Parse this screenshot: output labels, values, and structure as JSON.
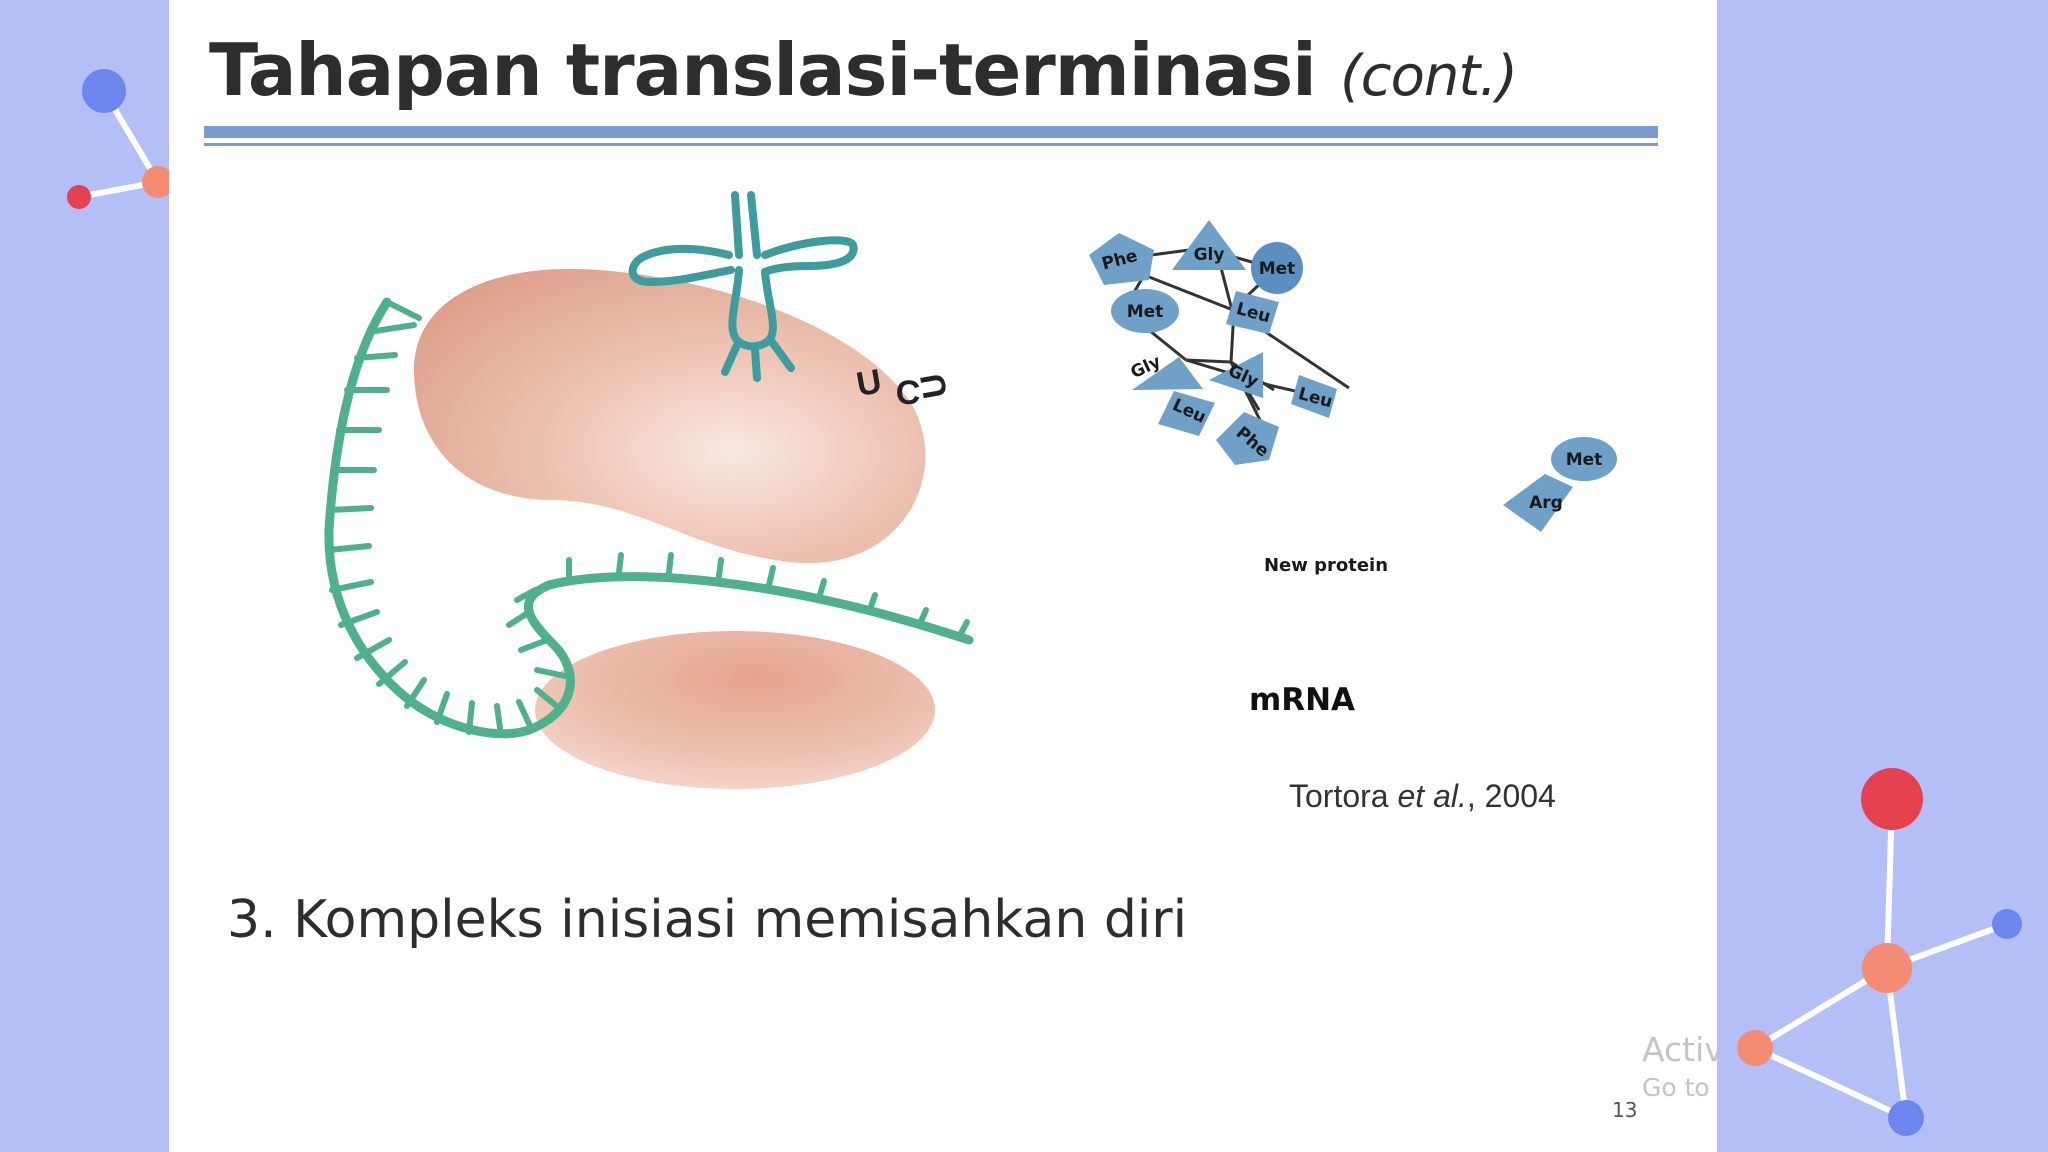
{
  "colors": {
    "background": "#b4bef7",
    "slide": "#ffffff",
    "title_rule": "#7a9cd1",
    "rna_green": "#4fb08e",
    "trna_teal": "#3d9d9e",
    "ribosome": "#e4b1a0",
    "amino_acid": "#6fa0c8",
    "deco_blue": "#6c86ee",
    "deco_red": "#e5414f",
    "deco_salmon": "#f38c73"
  },
  "slide": {
    "title": "Tahapan translasi-terminasi",
    "title_suffix": "(cont.)",
    "figure": {
      "codon_letters": [
        "U",
        "C",
        "U"
      ],
      "amino_acids": [
        "Phe",
        "Gly",
        "Met",
        "Met",
        "Leu",
        "Gly",
        "Gly",
        "Leu",
        "Leu",
        "Phe",
        "Met",
        "Arg"
      ],
      "new_protein_label": "New protein",
      "mrna_label": "mRNA"
    },
    "citation": {
      "author": "Tortora",
      "etal": "et al.",
      "year": ", 2004"
    },
    "body_text": "3. Kompleks inisiasi memisahkan diri",
    "page_number": "13"
  },
  "watermark": {
    "line1": "Activate Windows",
    "line2": "Go to Settings to activate Windows."
  }
}
